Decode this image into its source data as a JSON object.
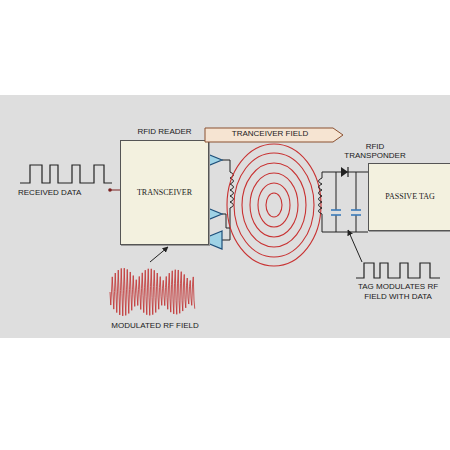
{
  "diagram": {
    "nodes": [
      {
        "text": [
          "RFID READER",
          "TRANSCEIVER"
        ]
      },
      {
        "text": [
          "TRANCEIVER FIELD"
        ]
      },
      {
        "text": [
          "RFID TRANSPONDER",
          "PASSIVE TAG"
        ]
      }
    ],
    "labels": [
      "RECEIVED DATA",
      "MODULATED RF FIELD",
      "TAG MODULATES RF FIELD WITH DATA"
    ]
  }
}
